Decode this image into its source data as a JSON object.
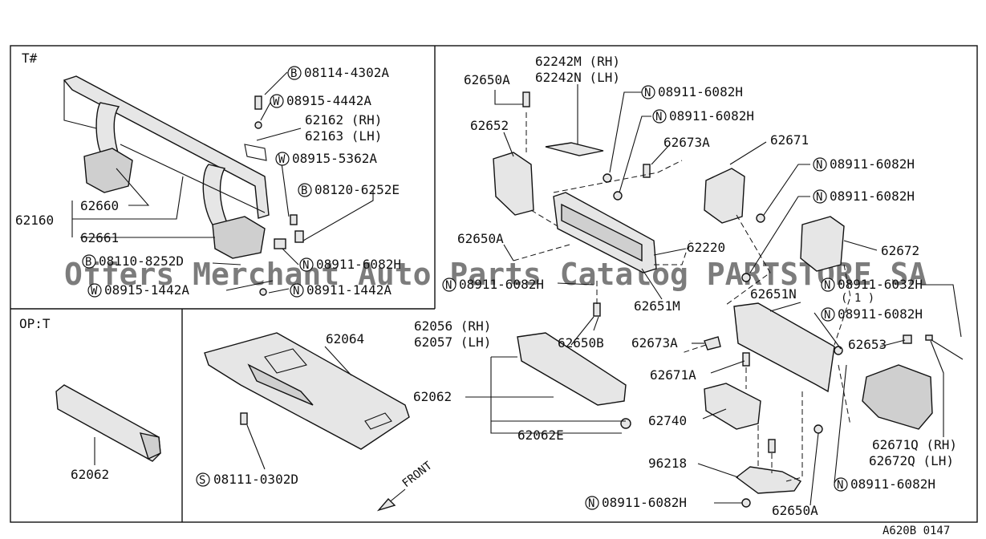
{
  "watermark": "Offers Merchant Auto Parts Catalog PARTSTORE SA",
  "catalog_code": "A620B 0147",
  "front_label": "FRONT",
  "sections": {
    "t_section": "T#",
    "op_section": "OP:T"
  },
  "labels": {
    "b_08114_4302a": "08114-4302A",
    "w_08915_4442a": "08915-4442A",
    "p62162": "62162 (RH)",
    "p62163": "62163 (LH)",
    "w_08915_5362a": "08915-5362A",
    "b_08120_6252e": "08120-6252E",
    "p62660": "62660",
    "p62160": "62160",
    "p62661": "62661",
    "b_08110_8252d": "08110-8252D",
    "n_08911_6082h_left": "08911-6082H",
    "w_08915_1442a": "08915-1442A",
    "n_08911_1442a": "08911-1442A",
    "p62062_op": "62062",
    "p62064": "62064",
    "s_08111_0302d": "08111-0302D",
    "p62242m": "62242M (RH)",
    "p62242n": "62242N (LH)",
    "p62650a_top": "62650A",
    "n_6082h_a": "08911-6082H",
    "n_6082h_b": "08911-6082H",
    "p62652": "62652",
    "p62673a_top": "62673A",
    "p62671": "62671",
    "n_6082h_c": "08911-6082H",
    "n_6082h_d": "08911-6082H",
    "p62650a_mid": "62650A",
    "p62220": "62220",
    "p62672": "62672",
    "n_6082h_e": "08911-6082H",
    "n_6032h": "08911-6032H",
    "qty_1": "( 1 )",
    "p62651m": "62651M",
    "p62651n": "62651N",
    "n_6082h_f": "08911-6082H",
    "p62056": "62056 (RH)",
    "p62057": "62057 (LH)",
    "p62650b": "62650B",
    "p62673a_low": "62673A",
    "p62653": "62653",
    "p62671a": "62671A",
    "p62062_main": "62062",
    "p62740": "62740",
    "p62062e": "62062E",
    "p62671q": "62671Q (RH)",
    "p62672q": "62672Q (LH)",
    "p96218": "96218",
    "n_6082h_g": "08911-6082H",
    "n_6082h_h": "08911-6082H",
    "p62650a_bot": "62650A"
  },
  "prefix_letters": {
    "B": "B",
    "W": "W",
    "N": "N",
    "S": "S"
  }
}
